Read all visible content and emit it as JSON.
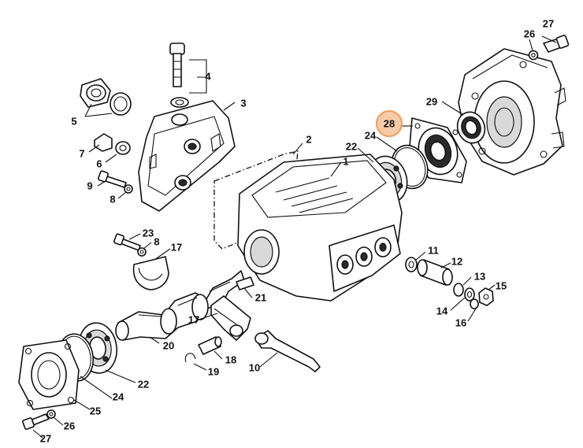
{
  "highlight": {
    "part": "28",
    "color": "#f0a060"
  },
  "callouts": {
    "c1": "1",
    "c2": "2",
    "c3": "3",
    "c4": "4",
    "c5": "5",
    "c6": "6",
    "c7": "7",
    "c8a": "8",
    "c8b": "8",
    "c9": "9",
    "c10": "10",
    "c11": "11",
    "c12": "12",
    "c13": "13",
    "c14": "14",
    "c15": "15",
    "c16": "16",
    "c17a": "17",
    "c17b": "17",
    "c18": "18",
    "c19": "19",
    "c20": "20",
    "c21": "21",
    "c22a": "22",
    "c22b": "22",
    "c23": "23",
    "c24a": "24",
    "c24b": "24",
    "c25": "25",
    "c26a": "26",
    "c26b": "26",
    "c27a": "27",
    "c27b": "27",
    "c28": "28",
    "c29": "29"
  }
}
